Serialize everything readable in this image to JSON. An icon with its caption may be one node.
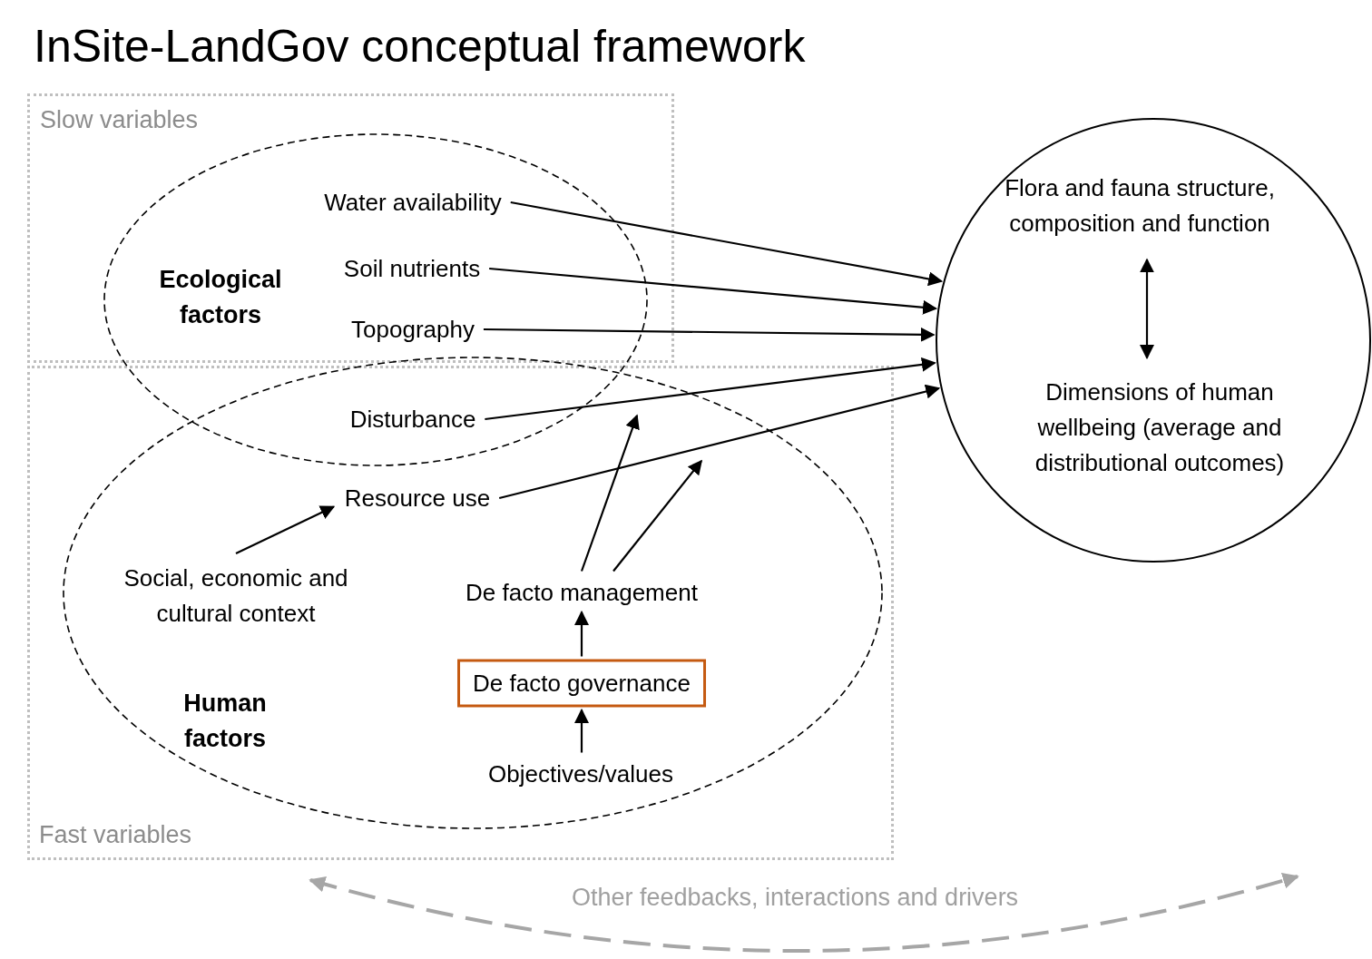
{
  "diagram": {
    "title": "InSite-LandGov conceptual framework",
    "nodes": [
      {
        "text": [
          "Ecological factors"
        ]
      },
      {
        "text": [
          "Human factors"
        ]
      },
      {
        "text": [
          "Water availability"
        ],
        "in": 0
      },
      {
        "text": [
          "Soil nutrients"
        ],
        "in": 0
      },
      {
        "text": [
          "Topography"
        ],
        "in": 0
      },
      {
        "text": [
          "Disturbance"
        ]
      },
      {
        "text": [
          "Resource use"
        ],
        "in": 1
      },
      {
        "text": [
          "Social, economic and cultural context"
        ],
        "in": 1
      },
      {
        "text": [
          "De facto management"
        ],
        "in": 1
      },
      {
        "text": [
          "De facto governance"
        ],
        "in": 1
      },
      {
        "text": [
          "Objectives/values"
        ],
        "in": 1
      },
      {
        "text": [],
        "shape": "circle"
      },
      {
        "text": [
          "Flora and fauna structure, composition and function"
        ],
        "in": 11
      },
      {
        "text": [
          "Dimensions of human wellbeing (average and distributional outcomes)"
        ],
        "in": 11
      }
    ],
    "edges": [
      {
        "from": 2,
        "to": 11,
        "arrow": "to"
      },
      {
        "from": 3,
        "to": 11,
        "arrow": "to"
      },
      {
        "from": 4,
        "to": 11,
        "arrow": "to"
      },
      {
        "from": 5,
        "to": 11,
        "arrow": "to"
      },
      {
        "from": 6,
        "to": 11,
        "arrow": "to"
      },
      {
        "from": 7,
        "to": 6,
        "arrow": "to"
      },
      {
        "from": 8,
        "to": null,
        "arrow": "to"
      },
      {
        "from": 8,
        "to": null,
        "arrow": "to"
      },
      {
        "from": 10,
        "to": 9,
        "arrow": "to"
      },
      {
        "from": 9,
        "to": 8,
        "arrow": "to"
      },
      {
        "from": 12,
        "to": 13,
        "arrow": "both"
      }
    ],
    "labels": [
      "Slow variables",
      "Fast variables",
      "Other feedbacks, interactions and drivers"
    ]
  }
}
